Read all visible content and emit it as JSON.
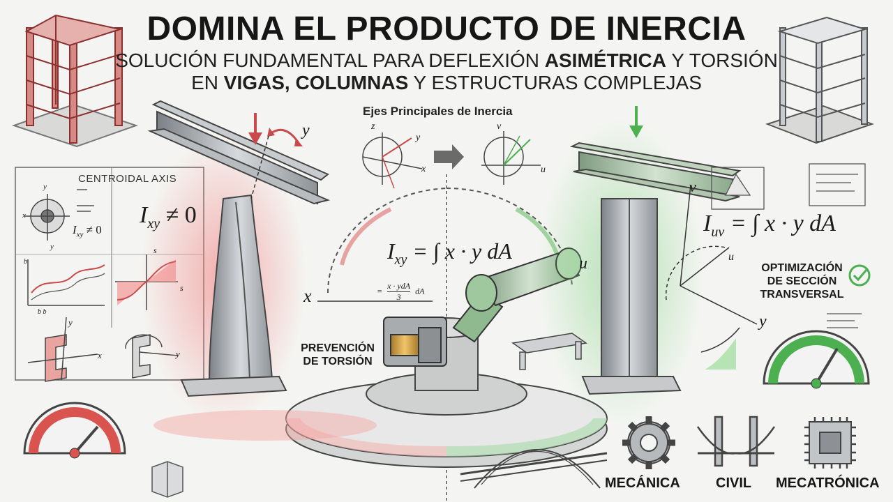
{
  "header": {
    "title": "DOMINA EL PRODUCTO DE INERCIA",
    "subtitle_line1": {
      "part1": "SOLUCIÓN FUNDAMENTAL PARA DEFLEXIÓN ",
      "bold1": "ASIMÉTRICA",
      "part2": " Y TORSIÓN"
    },
    "subtitle_line2": {
      "part1": "EN ",
      "bold1": "VIGAS, COLUMNAS",
      "part2": " Y ESTRUCTURAS COMPLEJAS"
    }
  },
  "center": {
    "principal_axes_label": "Ejes Principales de Inercia",
    "axes_before": {
      "z": "z",
      "y": "y",
      "x": "x"
    },
    "axes_after": {
      "v": "v",
      "u": "u"
    },
    "formula_ixy": {
      "lhs": "I",
      "sub": "xy",
      "rhs": "= ∫ x · y dA"
    },
    "fraction": {
      "prefix": "=",
      "num": "x · ydA",
      "den": "3",
      "suffix": "dA"
    },
    "axis_x": "x",
    "axis_u": "u",
    "torsion_callout": {
      "line1": "PREVENCIÓN",
      "line2": "DE TORSIÓN"
    }
  },
  "left_panel": {
    "centroidal_axis": "CENTROIDAL AXIS",
    "ixy_neq_big": {
      "base": "I",
      "sub": "xy",
      "rest": "≠ 0"
    },
    "ixy_neq_small": {
      "base": "I",
      "sub": "xy",
      "rest": "≠ 0"
    },
    "axis_labels": {
      "y": "y",
      "x": "x",
      "s": "s",
      "b": "b",
      "bb": "b b"
    }
  },
  "left_beam_axis": "y",
  "right_panel": {
    "formula_iuv": {
      "lhs": "I",
      "sub": "uv",
      "rhs": "= ∫ x · y dA"
    },
    "axis_v": "v",
    "axis_u": "u",
    "axis_y": "y",
    "optim_callout": {
      "line1": "OPTIMIZACIÓN",
      "line2": "DE SECCIÓN",
      "line3": "TRANSVERSAL"
    }
  },
  "industries": [
    {
      "label": "MECÁNICA",
      "icon": "gear-icon"
    },
    {
      "label": "CIVIL",
      "icon": "bridge-icon"
    },
    {
      "label": "MECATRÓNICA",
      "icon": "chip-icon"
    }
  ],
  "colors": {
    "danger": "#d9534f",
    "success": "#4caf50",
    "steel": "#9aa0a6"
  }
}
